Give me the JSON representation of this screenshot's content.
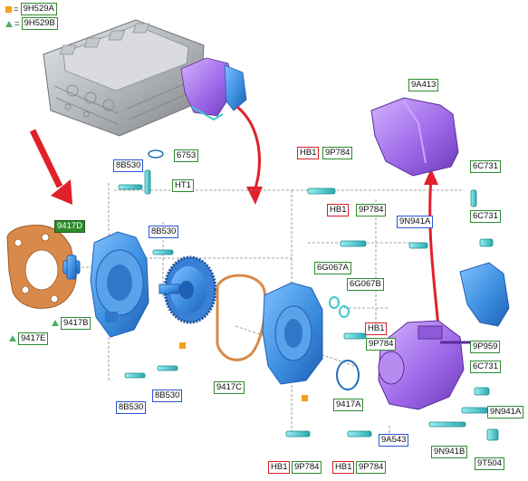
{
  "legend": [
    {
      "symbol": "orange-square",
      "eq": "=",
      "code": "9H529A"
    },
    {
      "symbol": "green-triangle",
      "eq": "=",
      "code": "9H529B"
    }
  ],
  "callouts": {
    "c_6753": "6753",
    "c_8B530_a": "8B530",
    "c_HT1": "HT1",
    "c_8B530_b": "8B530",
    "c_9417D": "9417D",
    "c_9417B": "9417B",
    "c_9417E": "9417E",
    "c_8B530_c": "8B530",
    "c_8B530_d": "8B530",
    "c_9417C": "9417C",
    "c_HB1_a": "HB1",
    "c_9P784_a": "9P784",
    "c_HB1_b": "HB1",
    "c_9P784_b": "9P784",
    "c_6G067A": "6G067A",
    "c_6G067B": "6G067B",
    "c_HB1_c": "HB1",
    "c_9P784_c": "9P784",
    "c_9417A": "9417A",
    "c_9A543": "9A543",
    "c_HB1_d": "HB1",
    "c_9P784_d": "9P784",
    "c_HB1_e": "HB1",
    "c_9P784_e": "9P784",
    "c_9N941A_a": "9N941A",
    "c_9A413": "9A413",
    "c_6C731_a": "6C731",
    "c_6C731_b": "6C731",
    "c_9P959": "9P959",
    "c_6C731_c": "6C731",
    "c_9N941A_b": "9N941A",
    "c_9N941B": "9N941B",
    "c_9T504": "9T504"
  },
  "colors": {
    "callout_green": "#2e8b2e",
    "callout_blue": "#2b54d8",
    "callout_red": "#d81f26",
    "part_blue": "#3f8fe0",
    "part_purple": "#a06ee6",
    "gasket_orange": "#d98a4a",
    "fastener_teal": "#3fc6c8",
    "arrow_red": "#e0212a",
    "engine_gray": "#b5b8bc"
  }
}
